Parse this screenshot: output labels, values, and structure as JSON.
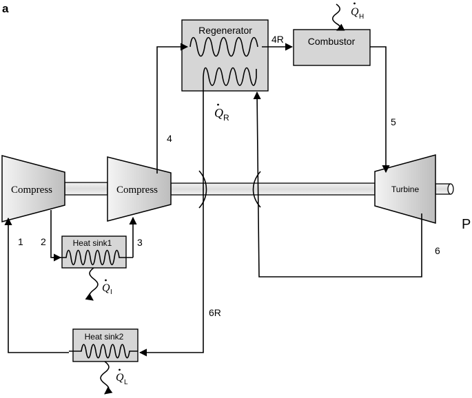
{
  "figure_label": "a",
  "components": {
    "compressor_1": "Compress",
    "compressor_2": "Compress",
    "turbine": "Turbine",
    "regenerator": "Regenerator",
    "combustor": "Combustor",
    "heat_sink_1": "Heat sink1",
    "heat_sink_2": "Heat sink2"
  },
  "states": {
    "s1": "1",
    "s2": "2",
    "s3": "3",
    "s4": "4",
    "s4R": "4R",
    "s5": "5",
    "s6": "6",
    "s6R": "6R"
  },
  "heat_flows": {
    "QH": {
      "symbol": "Q",
      "sub": "H"
    },
    "QR": {
      "symbol": "Q",
      "sub": "R"
    },
    "QI": {
      "symbol": "Q",
      "sub": "I"
    },
    "QL": {
      "symbol": "Q",
      "sub": "L"
    }
  },
  "power_label": "P",
  "colors": {
    "box_fill": "#d6d6d6",
    "line": "#000000"
  }
}
